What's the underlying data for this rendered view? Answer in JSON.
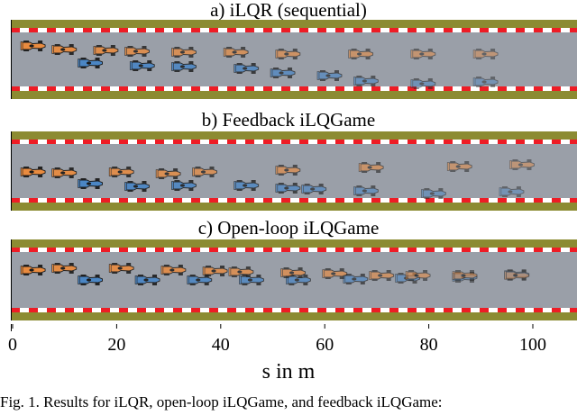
{
  "panels": [
    {
      "title": "a) iLQR (sequential)",
      "orange": [
        [
          4,
          51
        ],
        [
          10,
          55
        ],
        [
          18,
          56
        ],
        [
          24,
          57
        ],
        [
          33,
          58
        ],
        [
          43,
          58
        ],
        [
          53,
          60
        ],
        [
          67,
          60
        ],
        [
          79,
          60
        ],
        [
          91,
          60
        ]
      ],
      "blue": [
        [
          15,
          70
        ],
        [
          25,
          73
        ],
        [
          33,
          74
        ],
        [
          45,
          76
        ],
        [
          52,
          81
        ],
        [
          61,
          84
        ],
        [
          68,
          90
        ],
        [
          79,
          93
        ],
        [
          91,
          91
        ]
      ]
    },
    {
      "title": "b) Feedback iLQGame",
      "orange": [
        [
          4,
          191
        ],
        [
          10,
          192
        ],
        [
          21,
          191
        ],
        [
          30,
          193
        ],
        [
          37,
          191
        ],
        [
          53,
          189
        ],
        [
          69,
          186
        ],
        [
          86,
          185
        ],
        [
          98,
          183
        ]
      ],
      "blue": [
        [
          15,
          204
        ],
        [
          24,
          207
        ],
        [
          33,
          206
        ],
        [
          45,
          206
        ],
        [
          53,
          209
        ],
        [
          58,
          210
        ],
        [
          68,
          212
        ],
        [
          81,
          215
        ],
        [
          96,
          213
        ]
      ]
    },
    {
      "title": "c) Open-loop iLQGame",
      "orange": [
        [
          4,
          300
        ],
        [
          10,
          298
        ],
        [
          21,
          298
        ],
        [
          31,
          300
        ],
        [
          39,
          301
        ],
        [
          44,
          302
        ],
        [
          54,
          303
        ],
        [
          62,
          304
        ],
        [
          71,
          306
        ],
        [
          78,
          306
        ],
        [
          87,
          306
        ],
        [
          97,
          306
        ]
      ],
      "blue": [
        [
          15,
          311
        ],
        [
          26,
          311
        ],
        [
          36,
          311
        ],
        [
          46,
          311
        ],
        [
          55,
          311
        ],
        [
          66,
          310
        ],
        [
          76,
          309
        ],
        [
          87,
          308
        ],
        [
          97,
          305
        ]
      ]
    }
  ],
  "axis": {
    "ticks": [
      "0",
      "20",
      "40",
      "60",
      "80",
      "100"
    ],
    "tick_values": [
      0,
      20,
      40,
      60,
      80,
      100
    ],
    "xlabel": "s in m"
  },
  "caption": "Fig. 1.    Results for iLQR, open-loop iLQGame, and feedback iLQGame:",
  "colors": {
    "road": "#9a9fa8",
    "grass": "#8c8b32",
    "kerb_red": "#ee1c25",
    "kerb_white": "#ffffff",
    "orange_car": "#e98b3f",
    "blue_car": "#4b86c4"
  }
}
